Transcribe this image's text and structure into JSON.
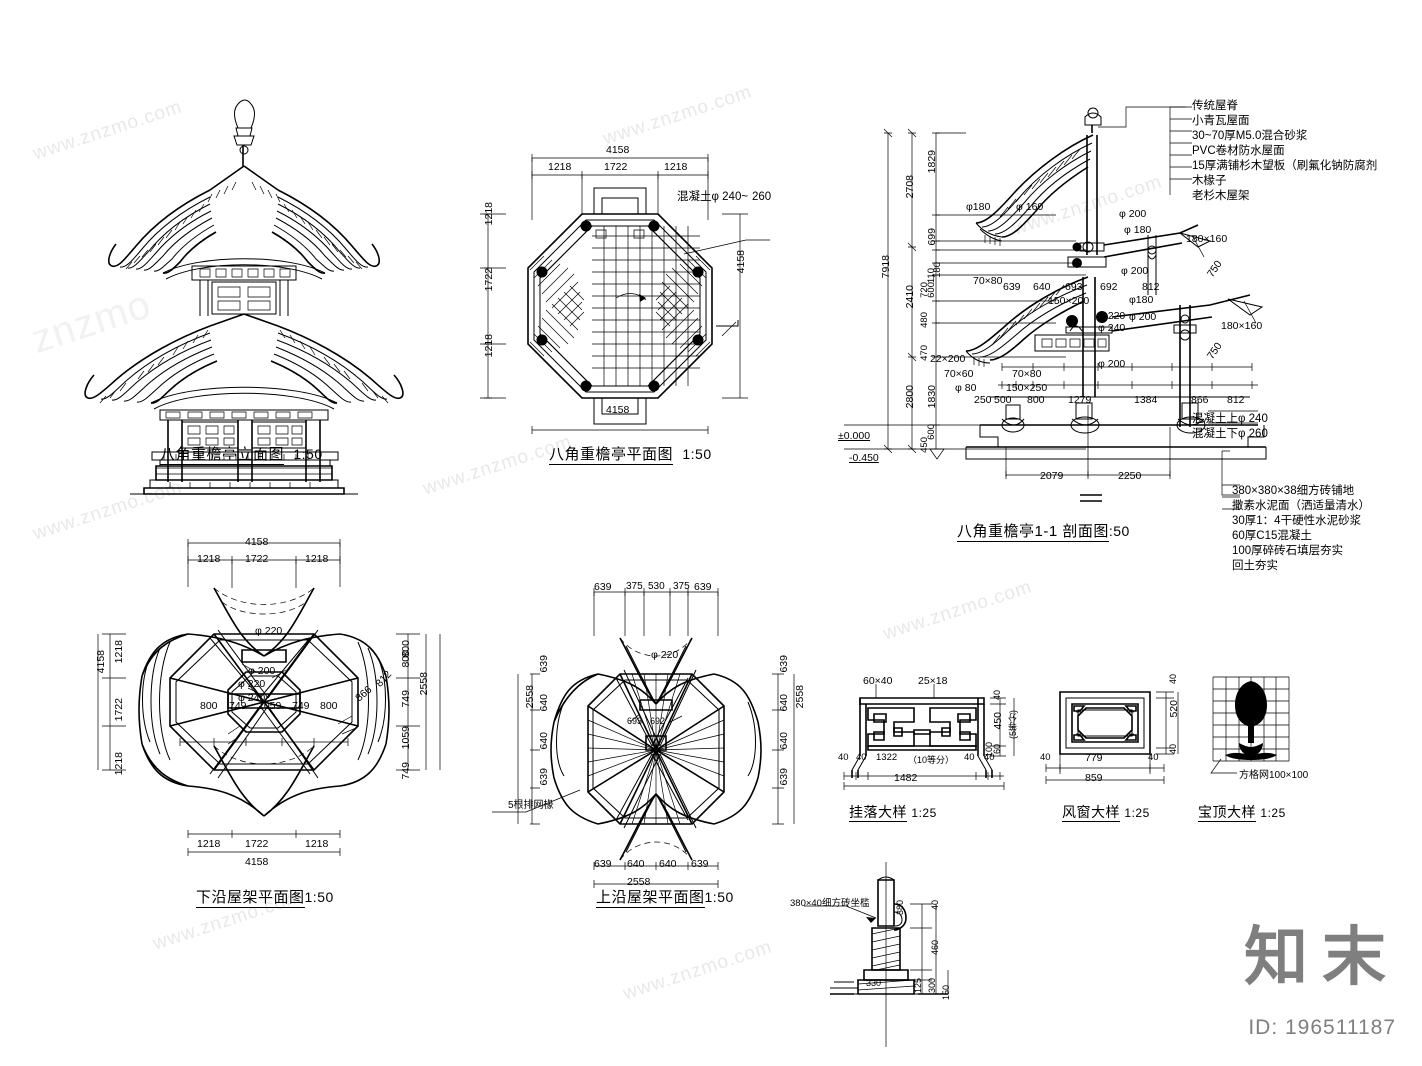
{
  "sheet": {
    "id_label": "ID: 196511187",
    "watermark_text": "www.znzmo.com",
    "watermark_brand": "知末"
  },
  "drawings": [
    {
      "key": "elevation",
      "title": "八角重檐亭立面图",
      "scale": "1:50"
    },
    {
      "key": "plan",
      "title": "八角重檐亭平面图",
      "scale": "1:50",
      "note_right": "混凝土φ 240~",
      "note_right2": "260",
      "dims_top_total": "4158",
      "dims_top": [
        "1218",
        "1722",
        "1218"
      ],
      "dims_bottom_total": "4158",
      "dims_left": [
        "1218",
        "1722",
        "1218"
      ],
      "dims_right_total": "4158"
    },
    {
      "key": "section",
      "title": "八角重檐亭1-1  剖面图",
      "scale": ":50",
      "roof_notes": [
        "传统屋脊",
        "小青瓦屋面",
        "30~70厚M5.0混合砂浆",
        "PVC卷材防水屋面",
        "15厚满铺杉木望板（刷氟化钠防腐剂",
        "木椽子",
        "老杉木屋架"
      ],
      "floor_notes": [
        "380×380×38细方砖铺地",
        "撒素水泥面（洒适量清水）",
        "30厚1：4干硬性水泥砂浆",
        "60厚C15混凝土",
        "100厚碎砖石填层夯实",
        "回土夯实"
      ],
      "levels": [
        "±0.000",
        "-0.450"
      ],
      "v_dims_outer": [
        "7918"
      ],
      "v_dims_mid": [
        "2708",
        "2410",
        "2800"
      ],
      "v_dims_inner": [
        "1829",
        "699",
        "180",
        "110",
        "600",
        "720",
        "480",
        "470",
        "1830",
        "600",
        "450"
      ],
      "member_callouts": [
        "φ180",
        "φ160",
        "φ 200",
        "φ 180",
        "180×160",
        "70×80",
        "φ 200",
        "150×200",
        "φ180",
        "φ 200",
        "180×160",
        "φ 220",
        "φ 240",
        "φ 200",
        "22×200",
        "70×60",
        "φ 80",
        "70×80",
        "150×250",
        "750",
        "750"
      ],
      "h_dims_mid": [
        "639",
        "640",
        "693",
        "692",
        "812"
      ],
      "h_dims_low": [
        "250",
        "500",
        "800",
        "1279",
        "1384",
        "866",
        "812"
      ],
      "h_dims_base": [
        "2079",
        "2250"
      ],
      "concrete_notes": [
        "混凝土上φ 240",
        "混凝土下φ 260"
      ]
    },
    {
      "key": "lower_frame_plan",
      "title": "下沿屋架平面图",
      "scale": "1:50",
      "dims_top_total": "4158",
      "dims_top": [
        "1218",
        "1722",
        "1218"
      ],
      "dims_bottom_total": "4158",
      "dims_bottom": [
        "1218",
        "1722",
        "1218"
      ],
      "dims_left_total": "4158",
      "dims_left": [
        "1218",
        "1722",
        "1218"
      ],
      "dims_right_total": "2558",
      "dims_right": [
        "800",
        "749",
        "1059",
        "749",
        "800"
      ],
      "dims_inner": [
        "800",
        "749",
        "1059",
        "749",
        "800"
      ],
      "callouts": [
        "φ 220",
        "φ 200",
        "φ 220",
        "φ 240",
        "866",
        "812"
      ]
    },
    {
      "key": "upper_frame_plan",
      "title": "上沿屋架平面图",
      "scale": "1:50",
      "dims_top": [
        "639",
        "375",
        "530",
        "375",
        "639"
      ],
      "dims_left": [
        "639",
        "640",
        "640",
        "639"
      ],
      "dims_left_total": "2558",
      "dims_right": [
        "639",
        "640",
        "640",
        "639"
      ],
      "dims_right_total": "2558",
      "dims_bottom": [
        "639",
        "640",
        "640",
        "639"
      ],
      "dims_bottom_total": "2558",
      "callouts": [
        "φ 220",
        "693",
        "692",
        "375",
        "530"
      ],
      "note": "5根排网椽"
    },
    {
      "key": "detail_guaLuo",
      "title": "挂落大样",
      "scale": "1:25",
      "callouts": [
        "60×40",
        "25×18"
      ],
      "dims_right": [
        "40",
        "450",
        "100",
        "60",
        "(5等分)"
      ],
      "dims_bottom": [
        "40",
        "40",
        "1322",
        "（10等分）",
        "40",
        "40"
      ],
      "dims_bottom_total": "1482"
    },
    {
      "key": "detail_fengChuang",
      "title": "风窗大样",
      "scale": "1:25",
      "dims_right": [
        "40",
        "520",
        "40"
      ],
      "dims_bottom": [
        "40",
        "779",
        "40"
      ],
      "dims_bottom_total": "859"
    },
    {
      "key": "detail_baoDing",
      "title": "宝顶大样",
      "scale": "1:25",
      "note": "方格网100×100"
    },
    {
      "key": "detail_base",
      "callouts": [
        "380×40细方砖坐槛",
        "380",
        "40",
        "460",
        "330",
        "125",
        "300",
        "150"
      ]
    }
  ]
}
